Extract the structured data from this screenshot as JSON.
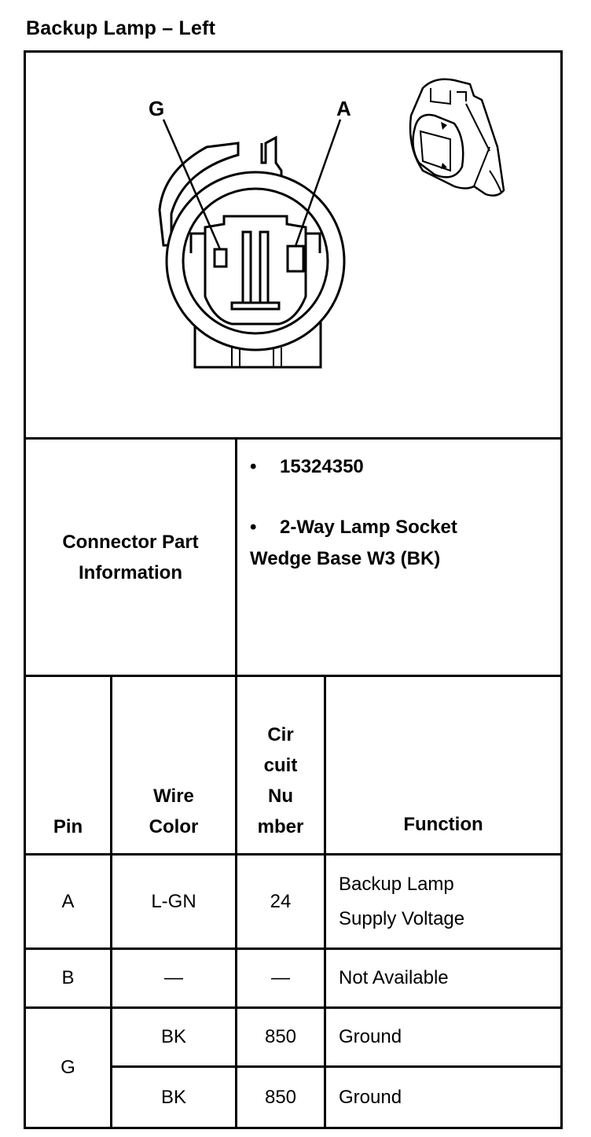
{
  "title": "Backup Lamp – Left",
  "diagram": {
    "pin_label_g": "G",
    "pin_label_a": "A"
  },
  "part_info": {
    "label": "Connector Part\nInformation",
    "part_number": "15324350",
    "description": "2-Way Lamp Socket\nWedge Base W3 (BK)"
  },
  "table": {
    "headers": {
      "pin": "Pin",
      "wire_color": "Wire\nColor",
      "circuit": "Cir\ncuit\nNu\nmber",
      "function": "Function"
    },
    "rows": [
      {
        "pin": "A",
        "wire_color": "L-GN",
        "circuit": "24",
        "function": "Backup Lamp\nSupply Voltage"
      },
      {
        "pin": "B",
        "wire_color": "—",
        "circuit": "—",
        "function": "Not Available"
      },
      {
        "pin": "G",
        "wire_color": "BK",
        "circuit": "850",
        "function": "Ground"
      },
      {
        "pin": "",
        "wire_color": "BK",
        "circuit": "850",
        "function": "Ground"
      }
    ]
  }
}
